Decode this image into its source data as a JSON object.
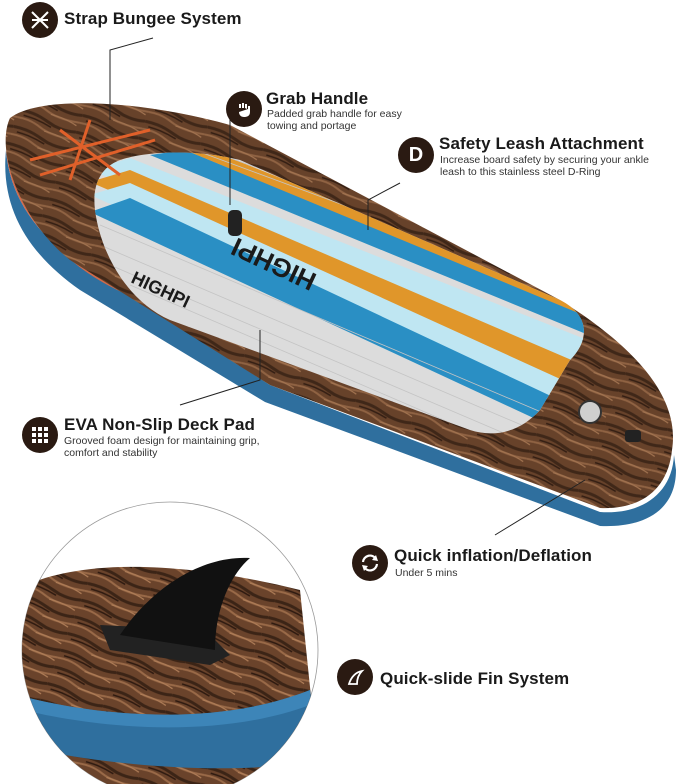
{
  "colors": {
    "badge": "#2a1a12",
    "bark_dark": "#4a2e1c",
    "bark_light": "#8a5e40",
    "rail_blue": "#2f6f9e",
    "deck_gray": "#dcdcdc",
    "stripe_blue": "#2a8fc4",
    "stripe_orange": "#e0962a",
    "stripe_lightblue": "#bfe6f2",
    "bungee_orange": "#e0602a"
  },
  "features": {
    "strap_bungee": {
      "title": "Strap Bungee System",
      "icon": "crossed-straps-icon"
    },
    "grab_handle": {
      "title": "Grab Handle",
      "desc_line1": "Padded grab handle for easy",
      "desc_line2": "towing and portage",
      "icon": "hand-grab-icon"
    },
    "safety_leash": {
      "title": "Safety Leash Attachment",
      "desc_line1": "Increase board safety by securing your ankle",
      "desc_line2": "leash to this stainless steel D-Ring",
      "icon": "d-ring-icon"
    },
    "eva_deck": {
      "title": "EVA Non-Slip Deck Pad",
      "desc_line1": "Grooved foam design for maintaining grip,",
      "desc_line2": "comfort and stability",
      "icon": "grid-pad-icon"
    },
    "quick_inflation": {
      "title": "Quick inflation/Deflation",
      "desc_line1": "Under 5 mins",
      "icon": "cycle-arrows-icon"
    },
    "fin_system": {
      "title": "Quick-slide Fin System",
      "icon": "fin-icon"
    }
  },
  "board": {
    "brand": "HIGHPI"
  }
}
